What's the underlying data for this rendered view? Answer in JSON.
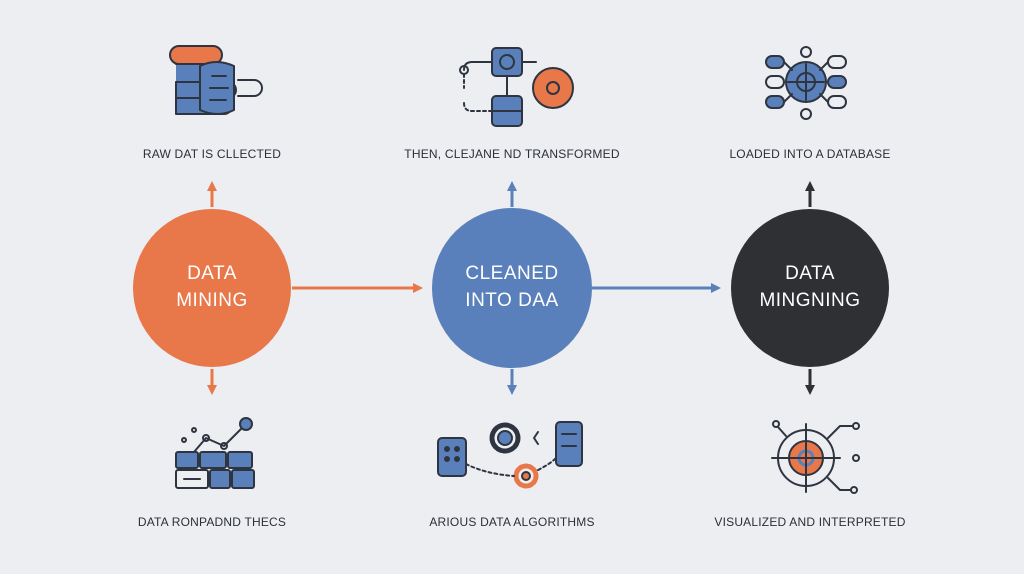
{
  "colors": {
    "background": "#eceef2",
    "orange": "#e8784a",
    "blue": "#5a80bb",
    "dark": "#2f3033",
    "outline": "#2f3540"
  },
  "stages": [
    {
      "circle_text": "DATA\nMINING",
      "color": "orange",
      "top_label": "RAW DAT IS CLLECTED",
      "bottom_label": "DATA RONPADND THECS",
      "top_icon": "stacked-data-icon",
      "bottom_icon": "data-blocks-icon"
    },
    {
      "circle_text": "CLEANED\nINTO DAA",
      "color": "blue",
      "top_label": "THEN, CLEJANE ND TRANSFORMED",
      "bottom_label": "ARIOUS DATA ALGORITHMS",
      "top_icon": "workflow-flowchart-icon",
      "bottom_icon": "gears-algorithm-icon"
    },
    {
      "circle_text": "DATA\nMINGNING",
      "color": "dark",
      "top_label": "LOADED INTO A DATABASE",
      "bottom_label": "VISUALIZED AND INTERPRETED",
      "top_icon": "database-network-icon",
      "bottom_icon": "target-network-icon"
    }
  ]
}
